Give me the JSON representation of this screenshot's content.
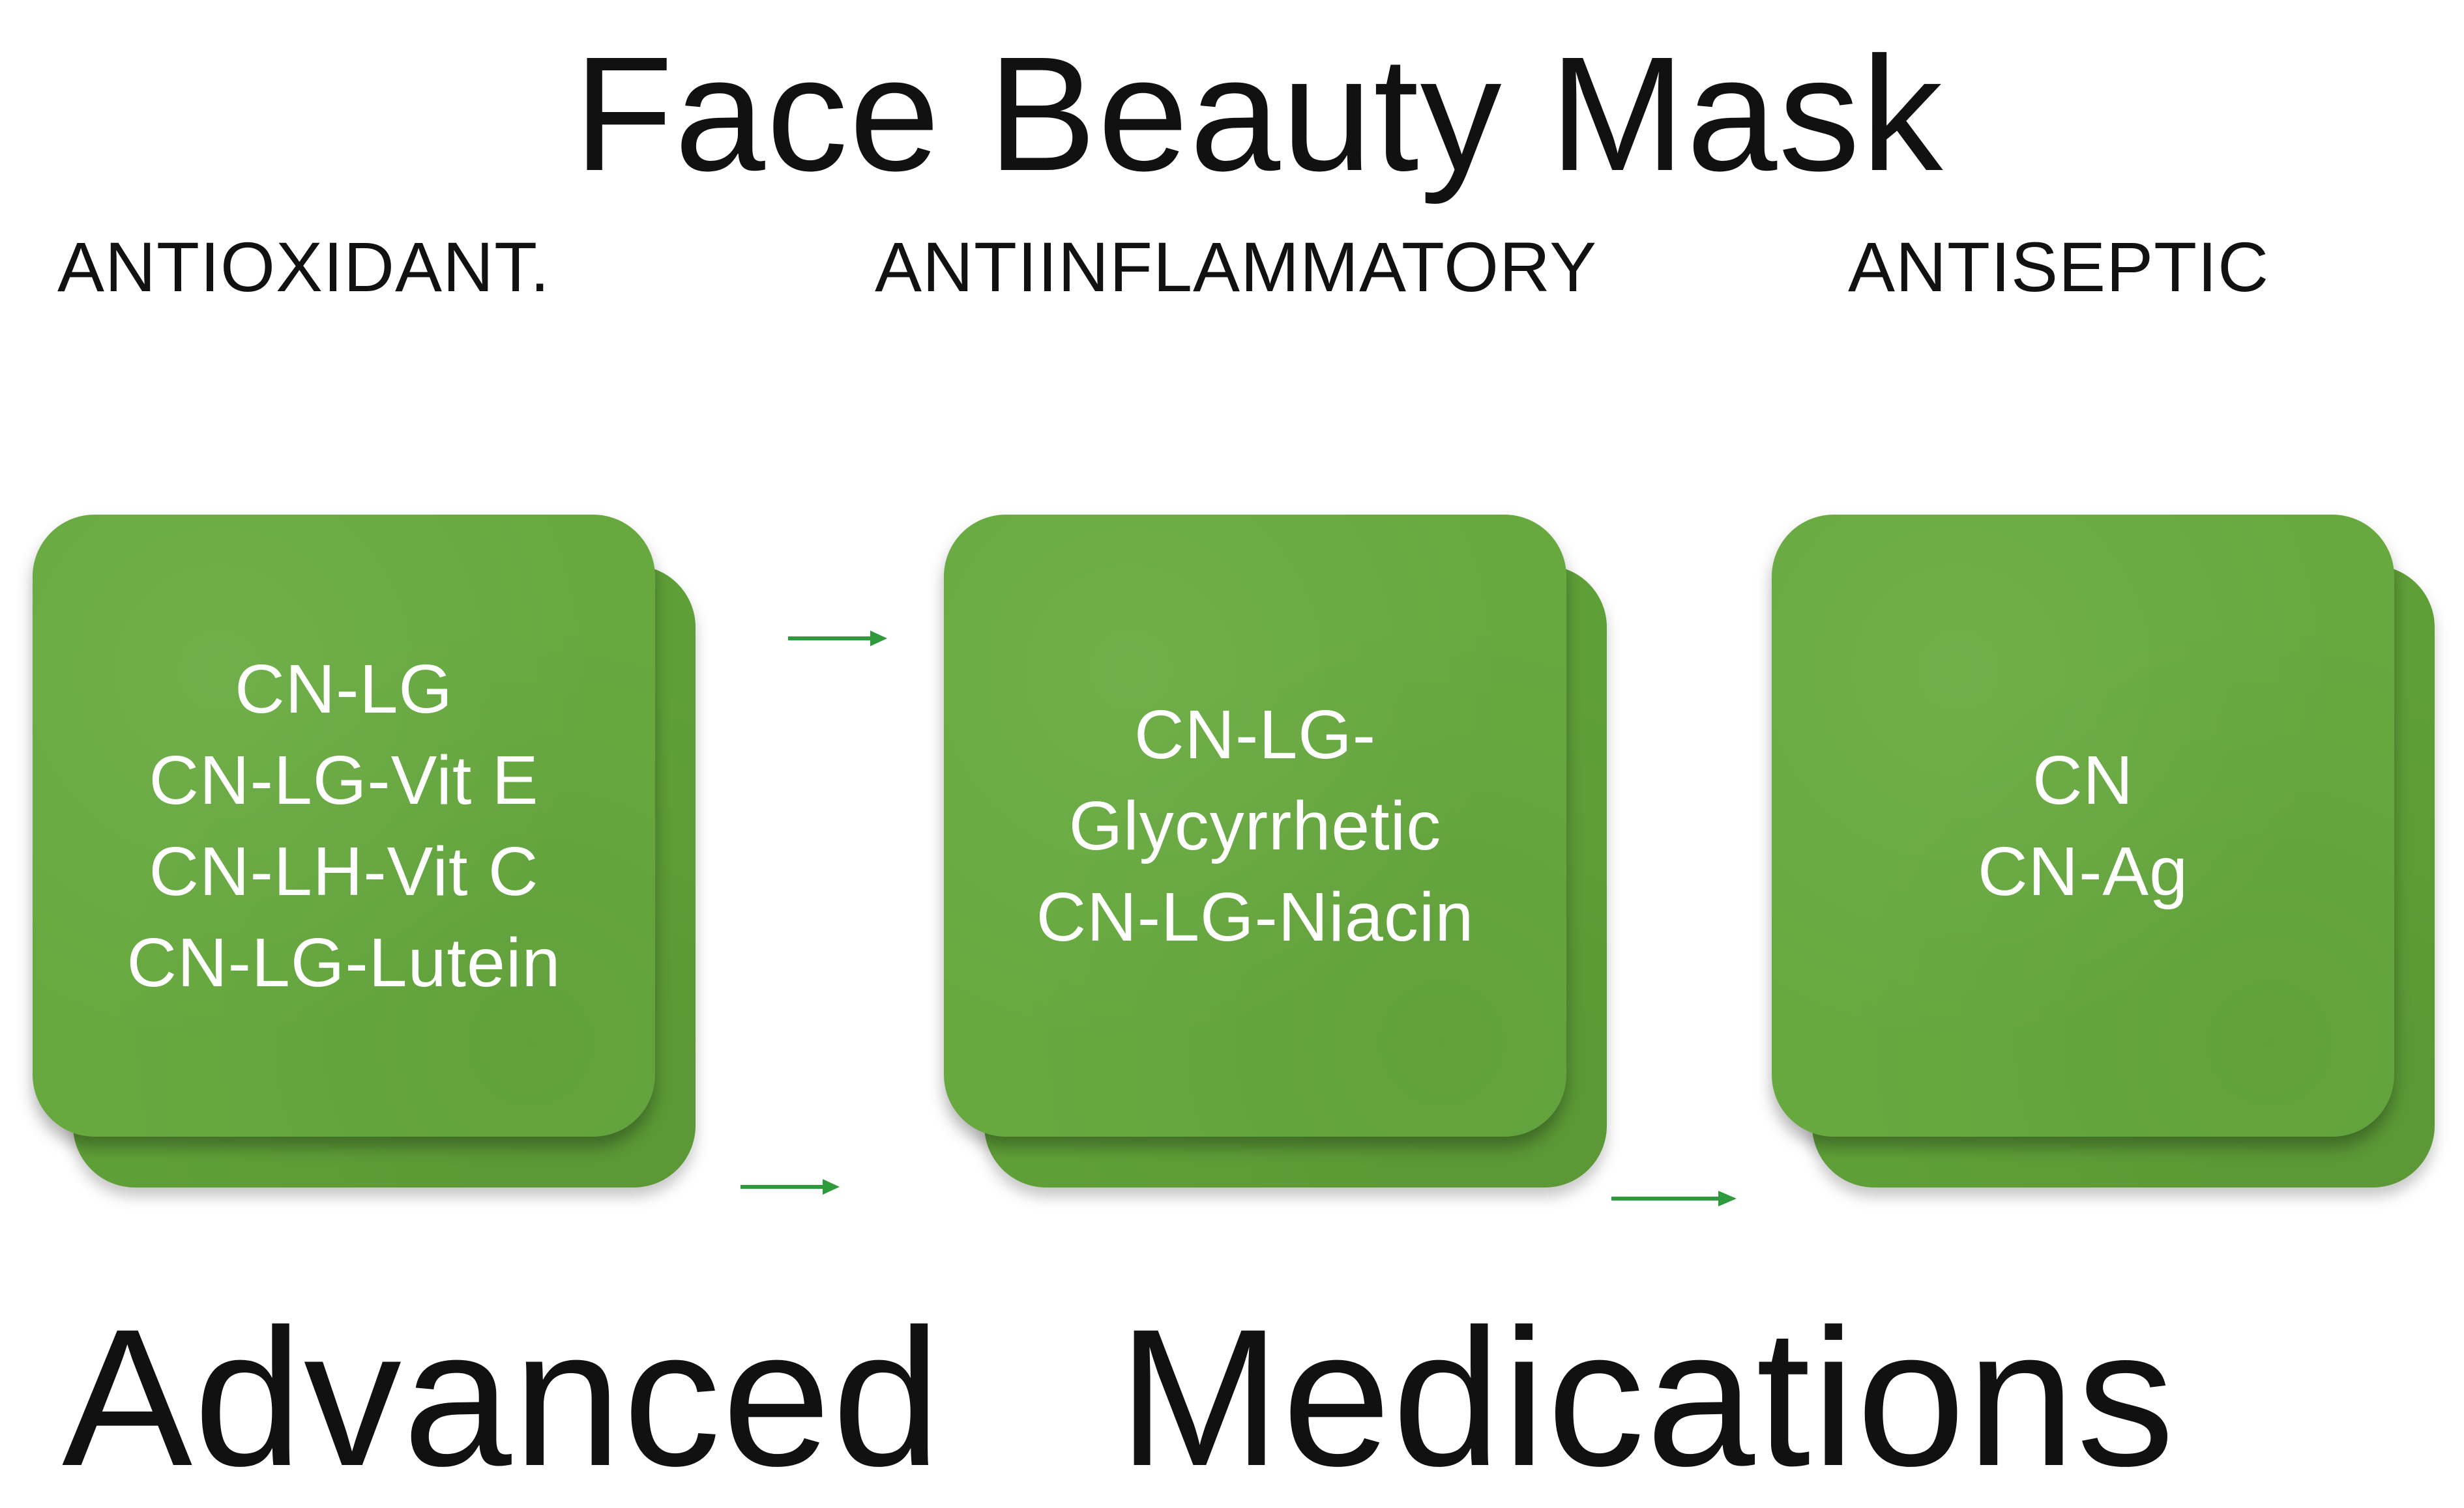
{
  "diagram": {
    "title": "Face Beauty Mask",
    "categories": [
      "ANTIOXIDANT.",
      "ANTIINFLAMMATORY",
      "ANTISEPTIC"
    ],
    "cards": [
      {
        "lines": [
          "CN-LG",
          "CN-LG-Vit E",
          "CN-LH-Vit C",
          "CN-LG-Lutein"
        ]
      },
      {
        "lines": [
          "CN-LG-",
          "Glycyrrhetic",
          "CN-LG-Niacin"
        ]
      },
      {
        "lines": [
          "CN",
          "CN-Ag"
        ]
      }
    ],
    "bottom_words": [
      "Advanced",
      "Medications"
    ],
    "colors": {
      "card_green": "#67a93f",
      "arrow_green": "#2e9a3b",
      "text_dark": "#111111",
      "card_text": "#ffffff"
    }
  }
}
